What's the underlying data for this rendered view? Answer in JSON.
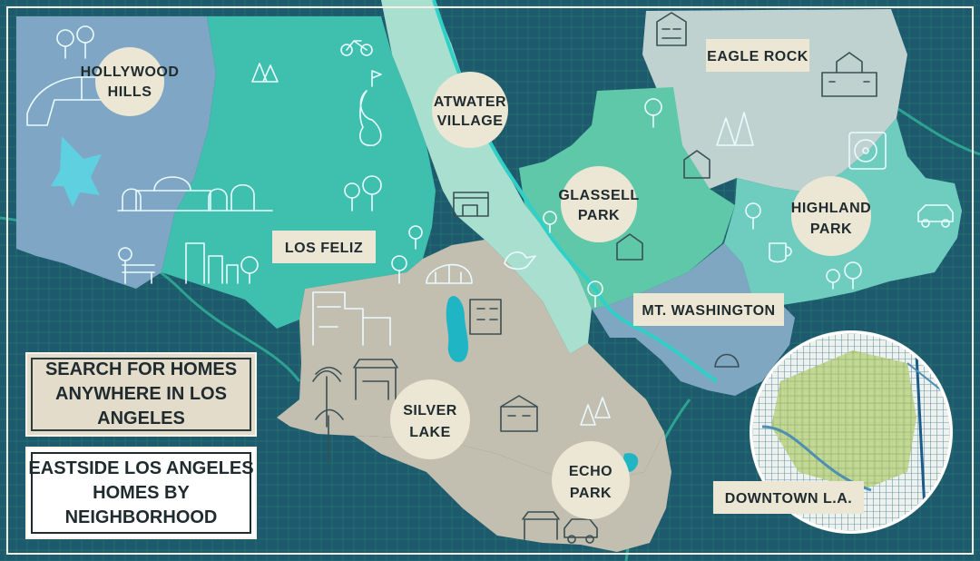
{
  "neighborhoods": {
    "hollywood_hills": [
      "HOLLYWOOD",
      "HILLS"
    ],
    "atwater_village": [
      "ATWATER",
      "VILLAGE"
    ],
    "eagle_rock": "EAGLE ROCK",
    "glassell_park": [
      "GLASSELL",
      "PARK"
    ],
    "highland_park": [
      "HIGHLAND",
      "PARK"
    ],
    "los_feliz": "LOS FELIZ",
    "mt_washington": "MT. WASHINGTON",
    "silver_lake": [
      "SILVER",
      "LAKE"
    ],
    "echo_park": [
      "ECHO",
      "PARK"
    ],
    "downtown": "DOWNTOWN L.A."
  },
  "panels": {
    "search": [
      "SEARCH FOR HOMES",
      "ANYWHERE IN LOS ANGELES"
    ],
    "eastside": [
      "EASTSIDE LOS ANGELES",
      "HOMES BY NEIGHBORHOOD"
    ]
  },
  "colors": {
    "background": "#1d5a6e",
    "street_grid": "#2f8a69",
    "hollywood_hills": "#7fa6c4",
    "los_feliz": "#3fbfae",
    "atwater_village": "#a9dfcf",
    "eagle_rock": "#bfd2d0",
    "glassell_park": "#5fc8a8",
    "highland_park": "#6fcdbf",
    "mt_washington": "#7fa7c2",
    "silver_lake": "#c2beb0",
    "echo_park": "#c2beb0",
    "downtown_zone": "#bcd58a",
    "label_badge": "#ece6d4"
  }
}
